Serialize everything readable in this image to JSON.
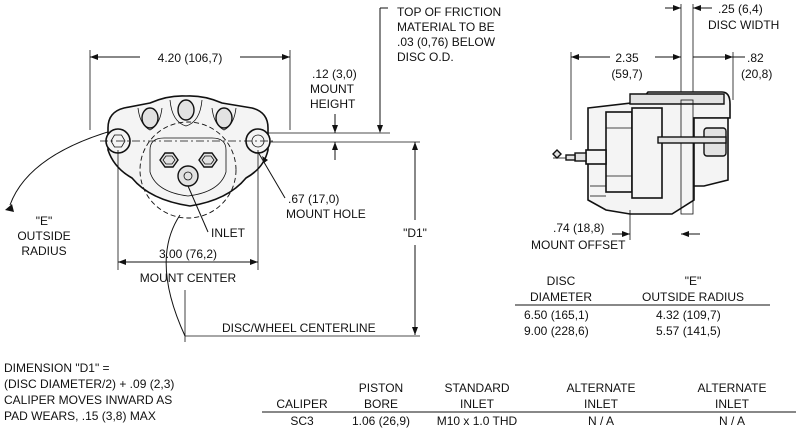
{
  "front_view": {
    "width_dim": "4.20 (106,7)",
    "mount_height_dim": [
      ".12 (3,0)",
      "MOUNT",
      "HEIGHT"
    ],
    "friction_note": [
      "TOP OF FRICTION",
      "MATERIAL TO BE",
      ".03 (0,76) BELOW",
      "DISC O.D."
    ],
    "e_radius_label": [
      "\"E\"",
      "OUTSIDE",
      "RADIUS"
    ],
    "inlet_label": "INLET",
    "mount_hole_label": [
      ".67 (17,0)",
      "MOUNT HOLE"
    ],
    "mount_center_dim": [
      "3.00 (76,2)",
      "MOUNT CENTER"
    ],
    "d1_label": "\"D1\"",
    "centerline_label": "DISC/WHEEL CENTERLINE"
  },
  "side_view": {
    "disc_width_dim": [
      ".25 (6,4)",
      "DISC WIDTH"
    ],
    "depth_dim": [
      "2.35",
      "(59,7)"
    ],
    "offset_right_dim": [
      ".82",
      "(20,8)"
    ],
    "mount_offset_dim": [
      ".74 (18,8)",
      "MOUNT OFFSET"
    ]
  },
  "disc_table": {
    "headers": [
      [
        "DISC",
        "DIAMETER"
      ],
      [
        "\"E\"",
        "OUTSIDE RADIUS"
      ]
    ],
    "rows": [
      [
        "6.50  (165,1)",
        "4.32  (109,7)"
      ],
      [
        "9.00  (228,6)",
        "5.57  (141,5)"
      ]
    ]
  },
  "dimension_note": [
    "DIMENSION \"D1\" =",
    "(DISC DIAMETER/2) + .09 (2,3)",
    "CALIPER MOVES INWARD AS",
    "PAD WEARS, .15 (3,8) MAX"
  ],
  "spec_table": {
    "headers": [
      [
        "",
        "CALIPER"
      ],
      [
        "PISTON",
        "BORE"
      ],
      [
        "STANDARD",
        "INLET"
      ],
      [
        "ALTERNATE",
        "INLET"
      ],
      [
        "ALTERNATE",
        "INLET"
      ]
    ],
    "row": [
      "SC3",
      "1.06 (26,9)",
      "M10 x 1.0 THD",
      "N / A",
      "N / A"
    ]
  }
}
